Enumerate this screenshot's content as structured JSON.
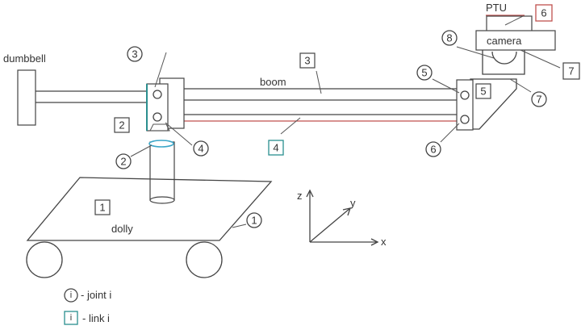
{
  "labels": {
    "dumbbell": "dumbbell",
    "boom": "boom",
    "dolly": "dolly",
    "ptu": "PTU",
    "camera": "camera",
    "axis_x": "x",
    "axis_y": "y",
    "axis_z": "z"
  },
  "joints": [
    "1",
    "2",
    "3",
    "4",
    "5",
    "6",
    "7",
    "8"
  ],
  "links": [
    "1",
    "2",
    "3",
    "4",
    "5",
    "6",
    "7"
  ],
  "legend": {
    "joint_symbol": "i",
    "joint_text": "- joint i",
    "link_symbol": "i",
    "link_text": "- link i"
  },
  "colors": {
    "line": "#444444",
    "link_box_border": "#444444",
    "accent_red": "#c0504d",
    "accent_teal": "#2a8f8f",
    "accent_cyan": "#3aa6c8"
  }
}
